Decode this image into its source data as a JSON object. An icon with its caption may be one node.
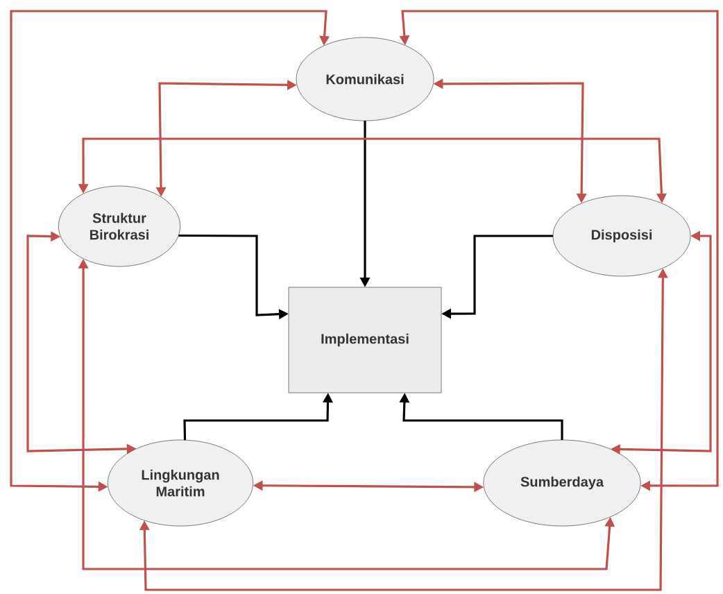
{
  "diagram": {
    "nodes": [
      {
        "text": [
          "Komunikasi"
        ]
      },
      {
        "text": [
          "Struktur Birokrasi"
        ]
      },
      {
        "text": [
          "Disposisi"
        ]
      },
      {
        "text": [
          "Implementasi"
        ]
      },
      {
        "text": [
          "Lingkungan Maritim"
        ]
      },
      {
        "text": [
          "Sumberdaya"
        ]
      }
    ],
    "edges": [
      {
        "from": 0,
        "to": 3,
        "arrow": "to",
        "color": "#000000"
      },
      {
        "from": 1,
        "to": 3,
        "arrow": "to",
        "color": "#000000"
      },
      {
        "from": 2,
        "to": 3,
        "arrow": "to",
        "color": "#000000"
      },
      {
        "from": 4,
        "to": 3,
        "arrow": "to",
        "color": "#000000"
      },
      {
        "from": 5,
        "to": 3,
        "arrow": "to",
        "color": "#000000"
      },
      {
        "from": 0,
        "to": 1,
        "arrow": "both"
      },
      {
        "from": 0,
        "to": 2,
        "arrow": "both"
      },
      {
        "from": 0,
        "to": 4,
        "arrow": "both"
      },
      {
        "from": 0,
        "to": 5,
        "arrow": "both"
      },
      {
        "from": 1,
        "to": 2,
        "arrow": "both"
      },
      {
        "from": 1,
        "to": 4,
        "arrow": "both"
      },
      {
        "from": 1,
        "to": 5,
        "arrow": "both"
      },
      {
        "from": 2,
        "to": 5,
        "arrow": "both"
      },
      {
        "from": 4,
        "to": 2,
        "arrow": "both"
      },
      {
        "from": 4,
        "to": 5,
        "arrow": "both"
      }
    ]
  }
}
